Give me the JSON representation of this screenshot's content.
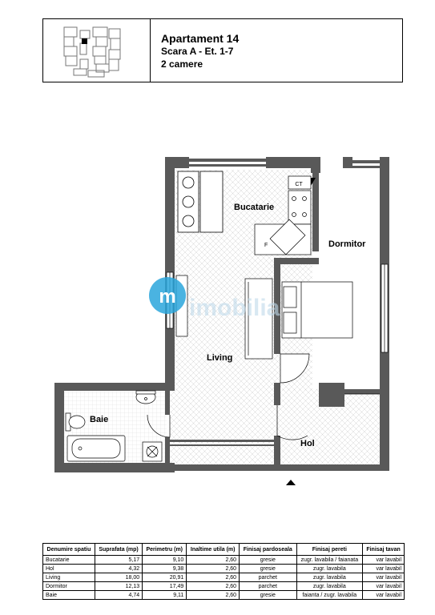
{
  "header": {
    "title": "Apartament 14",
    "subtitle": "Scara A - Et. 1-7",
    "rooms": "2 camere"
  },
  "watermark": {
    "logo_glyph": "m",
    "text": "imobilia"
  },
  "plan": {
    "rooms": {
      "bucatarie": "Bucatarie",
      "dormitor": "Dormitor",
      "living": "Living",
      "baie": "Baie",
      "hol": "Hol"
    },
    "fixtures": {
      "ct": "CT",
      "fridge": "F"
    }
  },
  "table": {
    "headers": [
      "Denumire spatiu",
      "Suprafata (mp)",
      "Perimetru (m)",
      "Inaltime utila (m)",
      "Finisaj pardoseala",
      "Finisaj pereti",
      "Finisaj tavan"
    ],
    "rows": [
      [
        "Bucatarie",
        "5,17",
        "9,10",
        "2,60",
        "gresie",
        "zugr. lavabila / faianata",
        "var lavabil"
      ],
      [
        "Hol",
        "4,32",
        "9,38",
        "2,60",
        "gresie",
        "zugr. lavabila",
        "var lavabil"
      ],
      [
        "Living",
        "18,00",
        "20,91",
        "2,60",
        "parchet",
        "zugr. lavabila",
        "var lavabil"
      ],
      [
        "Dormitor",
        "12,13",
        "17,49",
        "2,60",
        "parchet",
        "zugr. lavabila",
        "var lavabil"
      ],
      [
        "Baie",
        "4,74",
        "9,11",
        "2,60",
        "gresie",
        "faianta / zugr. lavabila",
        "var lavabil"
      ]
    ]
  },
  "colors": {
    "wall": "#595959",
    "watermark": "#2aa6dc"
  }
}
